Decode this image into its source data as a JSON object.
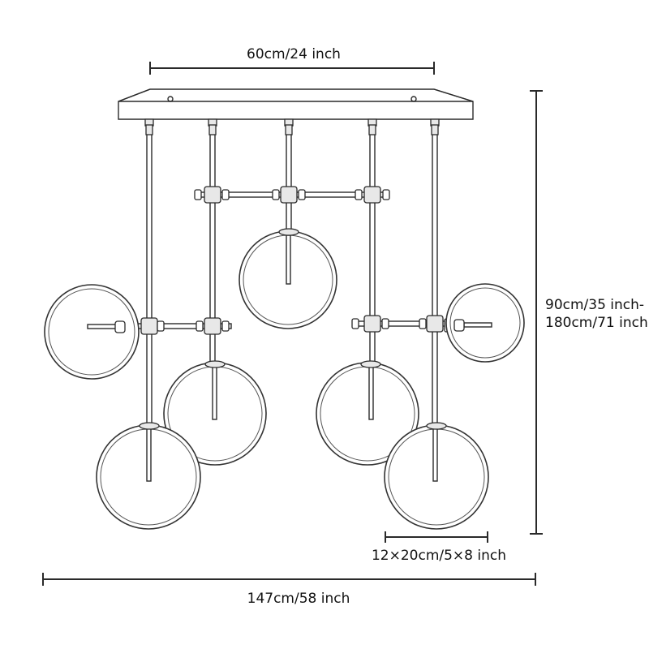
{
  "dimensions": {
    "canopy_width": "60cm/24 inch",
    "height_line1": "90cm/35 inch-",
    "height_line2": "180cm/71 inch",
    "globe_size": "12×20cm/5×8 inch",
    "total_width": "147cm/58 inch"
  },
  "colors": {
    "line": "#2a2a2a",
    "background": "#ffffff"
  }
}
